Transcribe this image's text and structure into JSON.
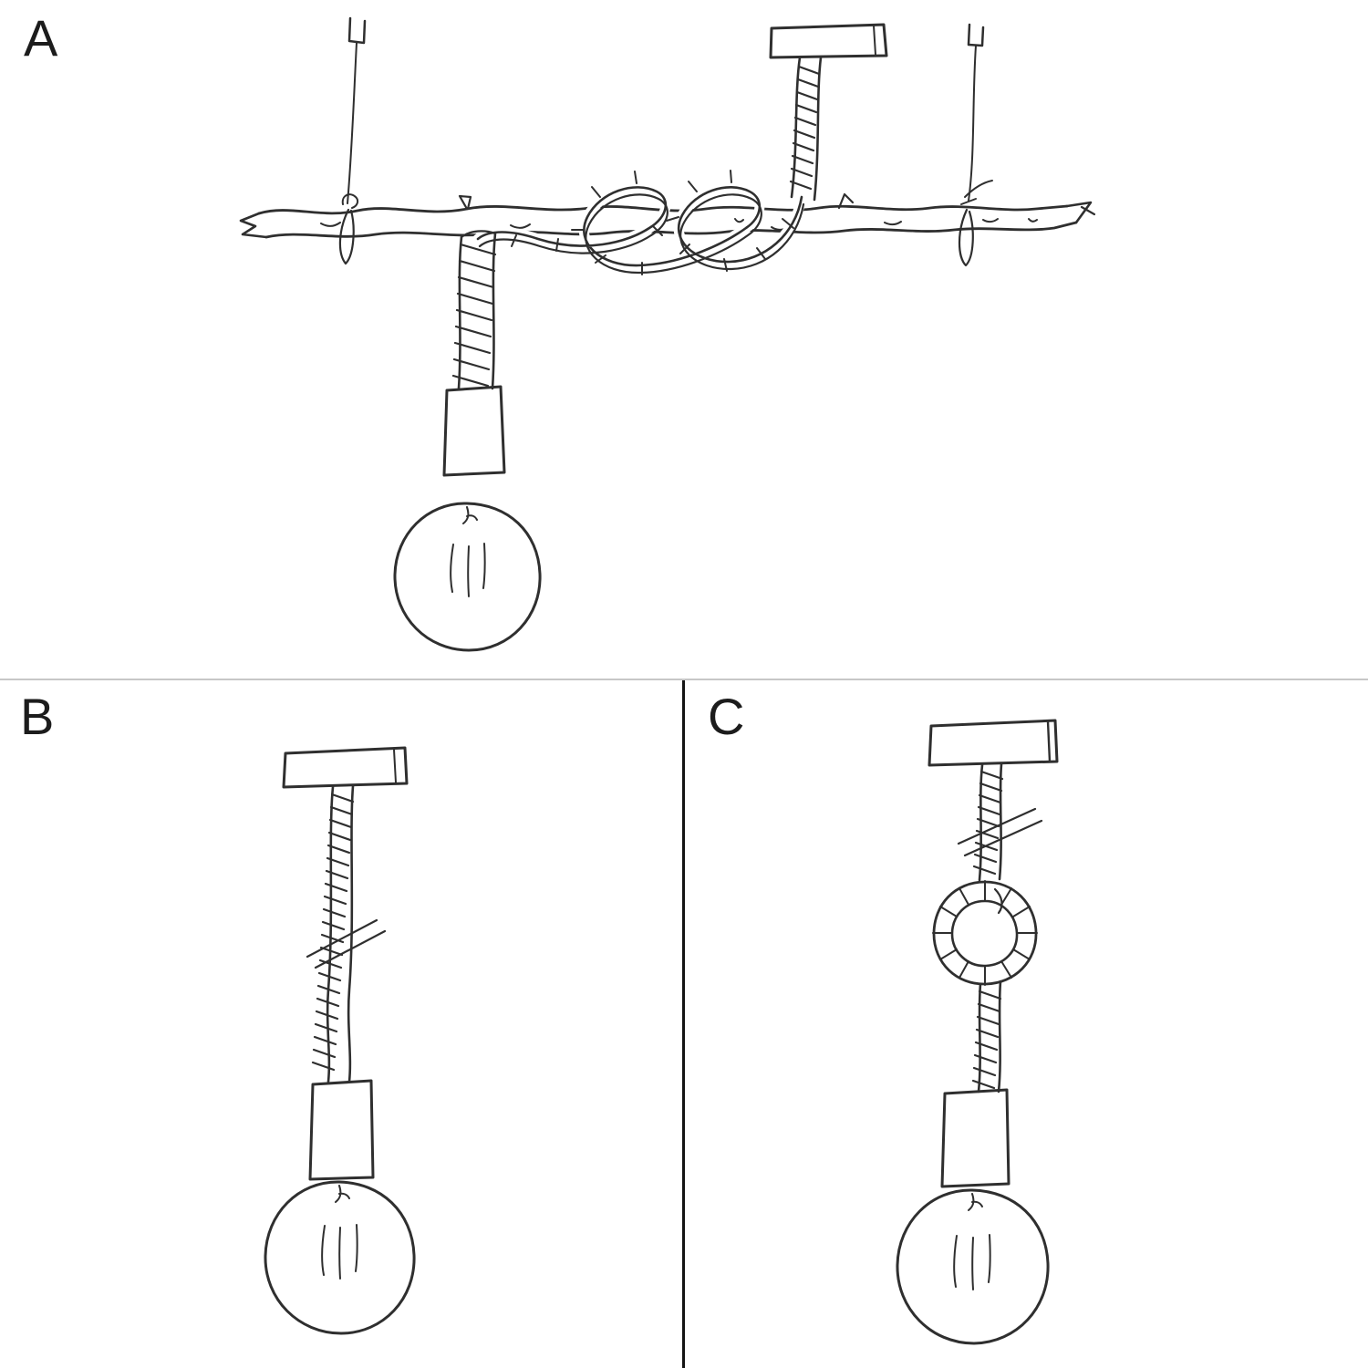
{
  "page": {
    "background_color": "#ffffff",
    "ink_color": "#2f2f2f",
    "horizontal_divider_color": "#c7c7c7",
    "vertical_divider_color": "#141414"
  },
  "panels": [
    {
      "label": "A",
      "sketch_name": "pendant-bulb-on-rope-wrapped-around-tree-branch"
    },
    {
      "label": "B",
      "sketch_name": "pendant-bulb-on-straight-twisted-rope"
    },
    {
      "label": "C",
      "sketch_name": "pendant-bulb-on-twisted-rope-with-knot"
    }
  ]
}
